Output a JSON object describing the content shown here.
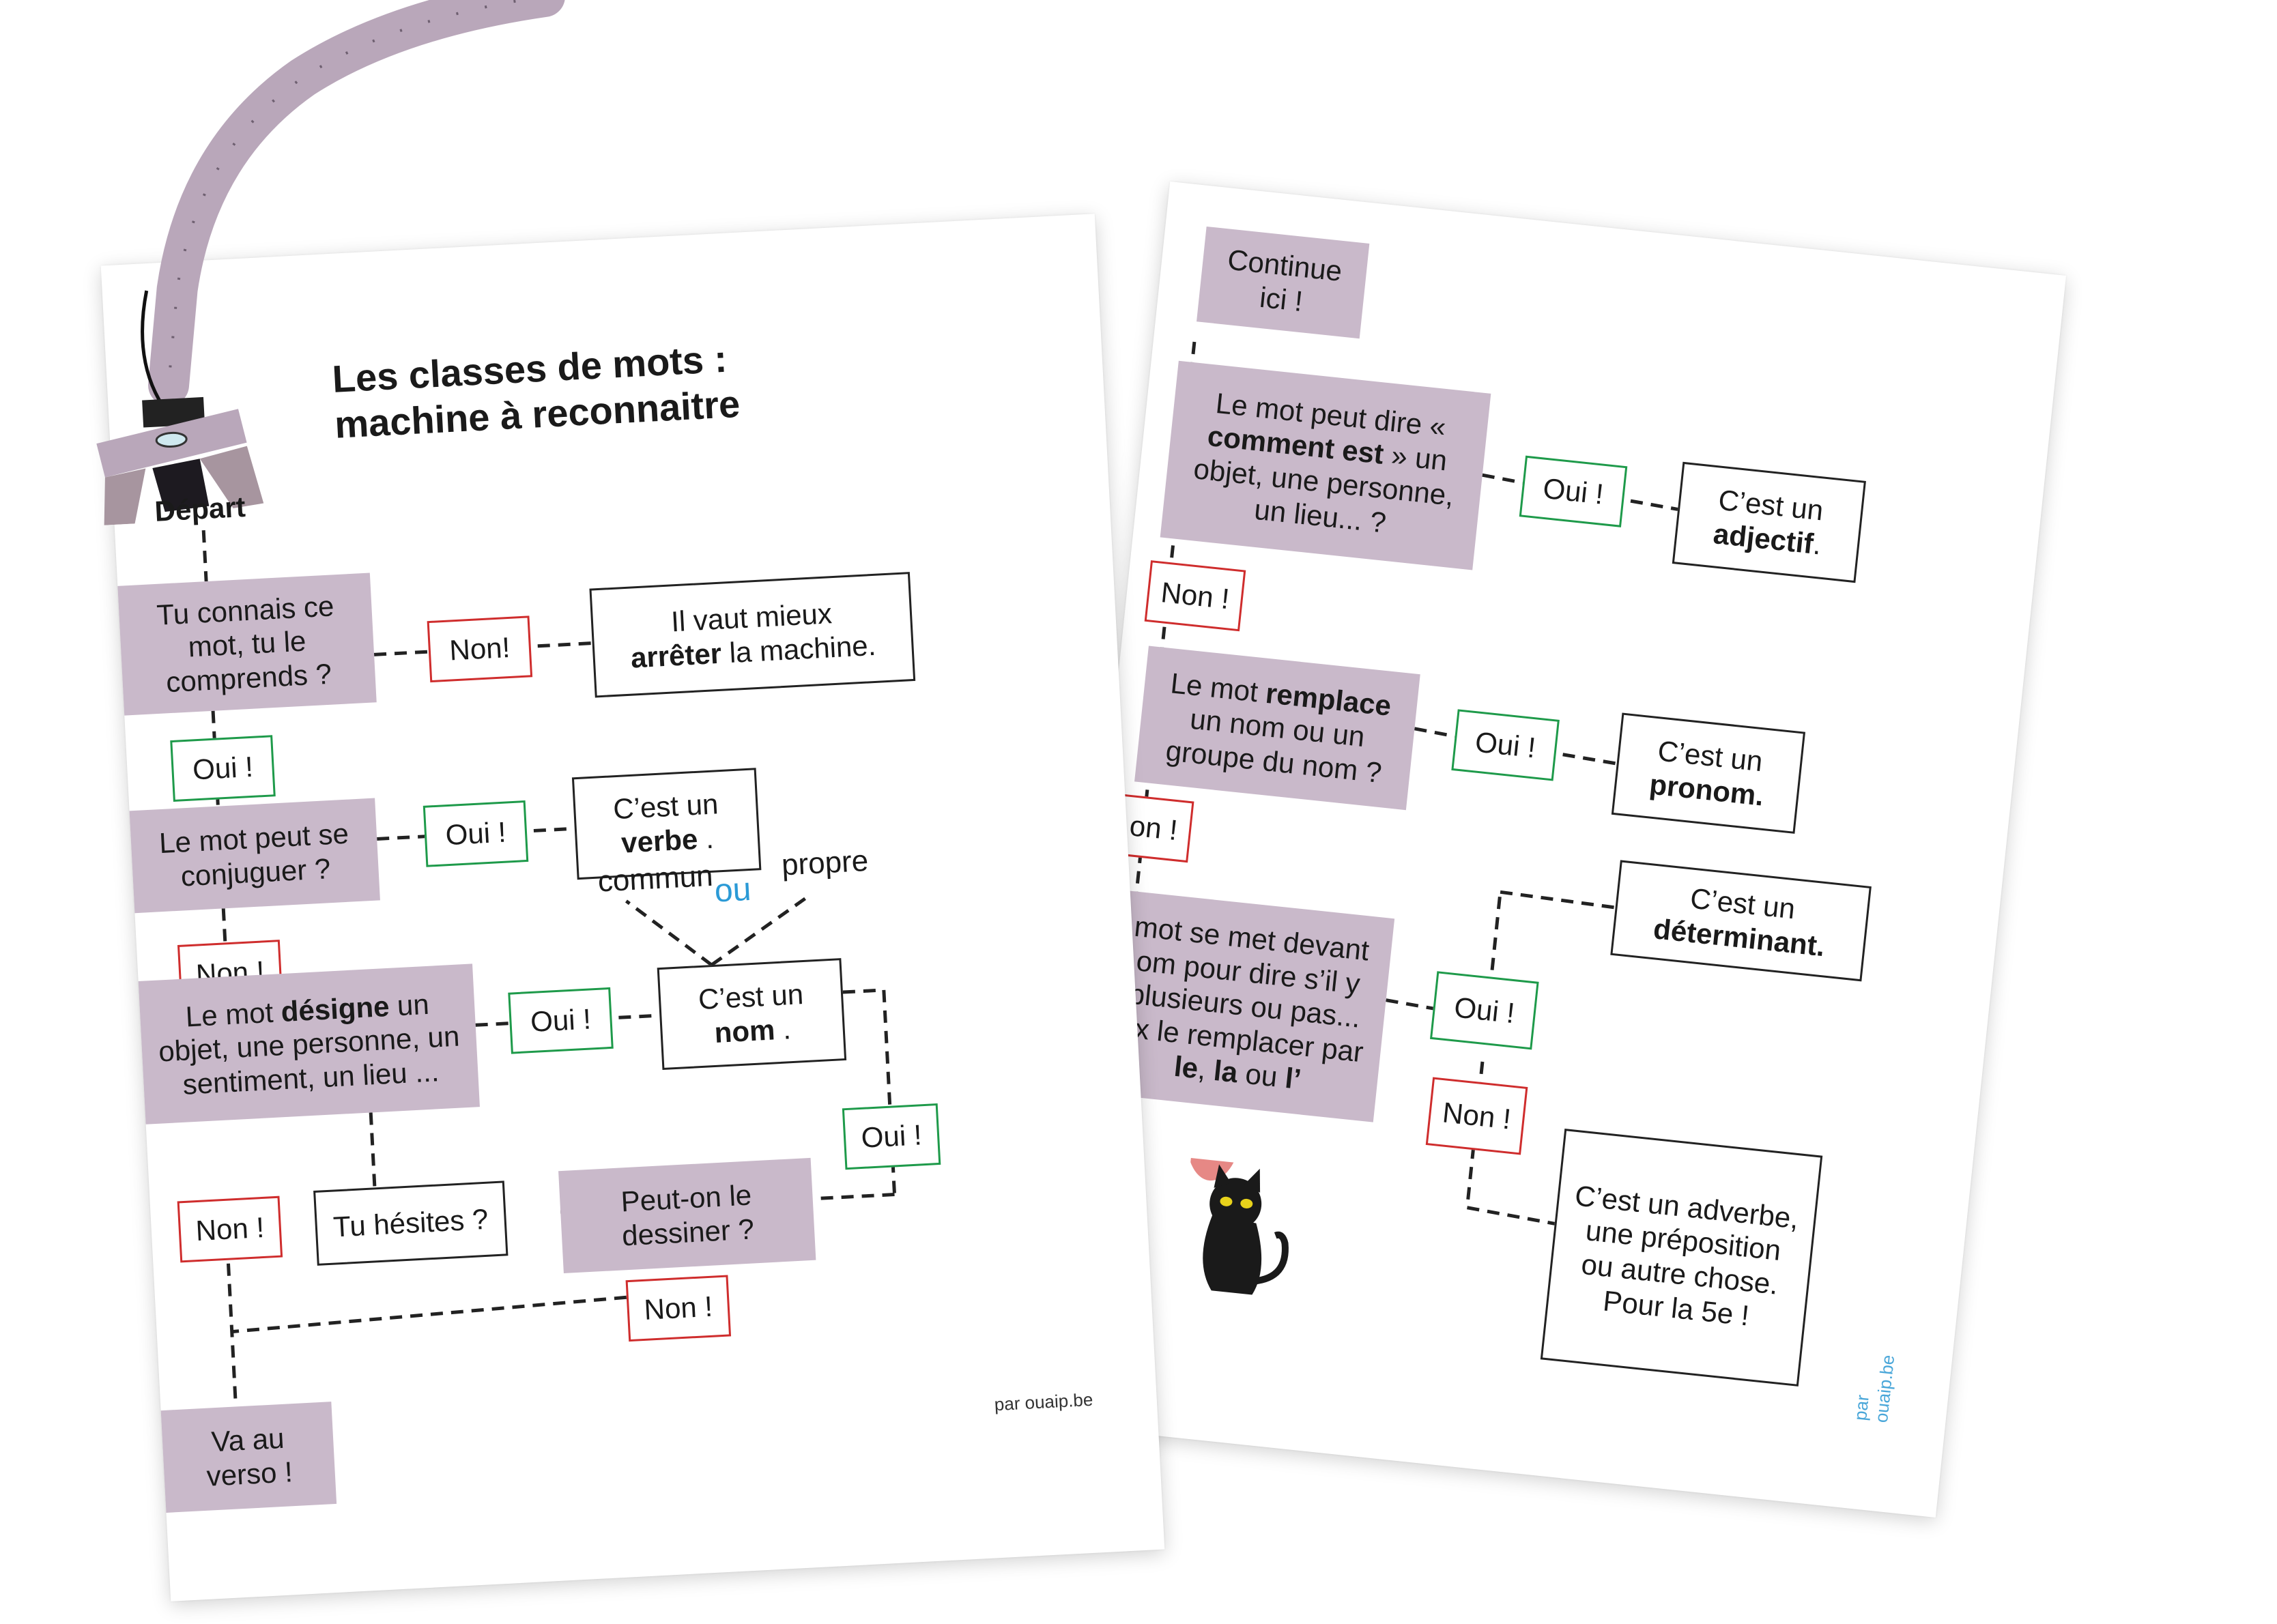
{
  "front": {
    "title_line1": "Les classes de mots :",
    "title_line2": "machine à reconnaitre",
    "start_label": "Départ",
    "q1": "Tu connais ce mot, tu le comprends ?",
    "no1": "Non!",
    "a1_pre": "Il vaut mieux",
    "a1_bold": "arrêter",
    "a1_post": "la machine.",
    "yes1": "Oui !",
    "q2": "Le mot peut se conjuguer ?",
    "yes2": "Oui !",
    "a2_pre": "C’est un",
    "a2_bold": "verbe",
    "a2_post": ".",
    "no2": "Non !",
    "q3_pre": "Le mot",
    "q3_bold": "désigne",
    "q3_post": "un objet, une personne, un sentiment, un lieu ...",
    "yes3": "Oui !",
    "a3_pre": "C’est un",
    "a3_bold": "nom",
    "a3_post": ".",
    "label_commun": "commun",
    "label_ou": "ou",
    "label_propre": "propre",
    "no3": "Non !",
    "hesitate": "Tu hésites ?",
    "q4": "Peut-on le dessiner ?",
    "yes4": "Oui !",
    "no4": "Non !",
    "go_back": "Va au verso !",
    "footer": "par ouaip.be"
  },
  "back": {
    "continue": "Continue ici !",
    "q1_pre": "Le mot peut dire «",
    "q1_bold": "comment est",
    "q1_post": "» un objet, une personne, un lieu... ?",
    "yes1": "Oui !",
    "a1_pre": "C’est un",
    "a1_bold": "adjectif",
    "a1_post": ".",
    "no1": "Non !",
    "q2_pre": "Le mot",
    "q2_bold": "remplace",
    "q2_post": "un nom ou un groupe du nom ?",
    "yes2": "Oui !",
    "a2_pre": "C’est un",
    "a2_bold": "pronom.",
    "no2": "on !",
    "q3_text": "mot se met devant om pour dire s’il y plusieurs ou pas... ux le remplacer",
    "q3_tail_pre": "par",
    "q3_b1": "le",
    "q3_sep1": ",",
    "q3_b2": "la",
    "q3_sep2": "ou",
    "q3_b3": "l’",
    "yes3": "Oui !",
    "a3_pre": "C’est un",
    "a3_bold": "déterminant.",
    "no3": "Non !",
    "a4": "C’est un adverbe, une préposition ou autre chose. Pour la 5e !",
    "footer": "par ouaip.be"
  },
  "colors": {
    "question_fill": "#c9b9ca",
    "yes_border": "#1e9a4a",
    "no_border": "#cf2d2d",
    "ou_text": "#2b9ad6",
    "machine": "#b9a7ba"
  },
  "icons": [
    "claw-machine-icon",
    "cat-icon"
  ]
}
